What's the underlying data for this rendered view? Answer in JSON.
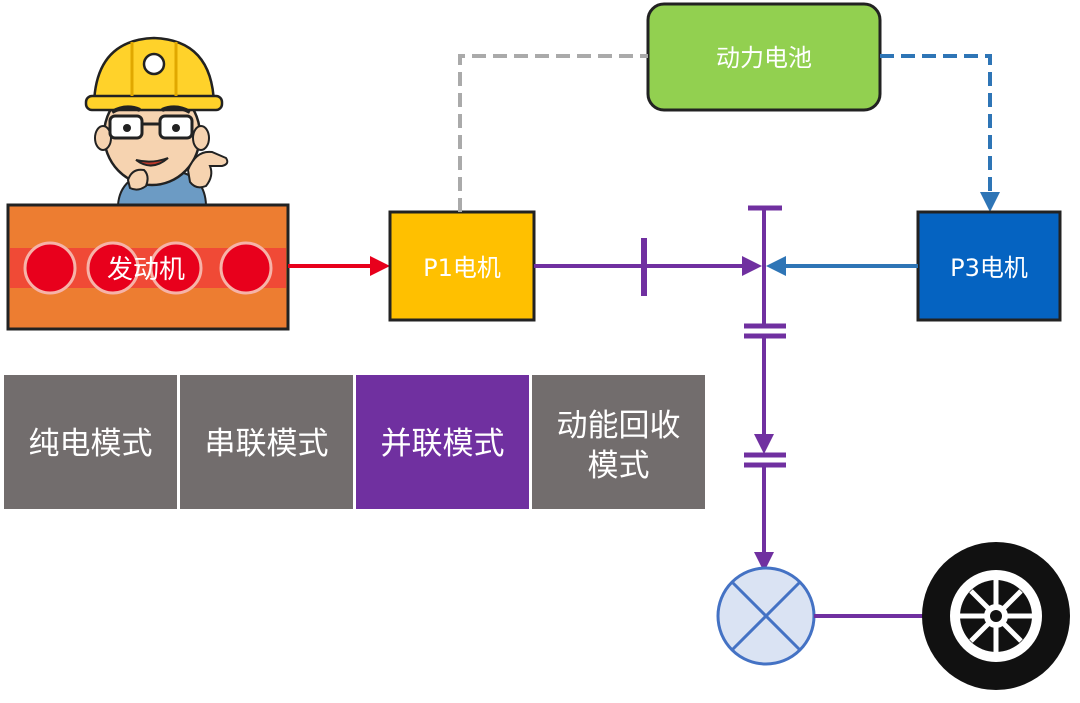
{
  "diagram": {
    "engine": {
      "label": "发动机"
    },
    "p1_motor": {
      "label": "P1电机"
    },
    "battery": {
      "label": "动力电池"
    },
    "p3_motor": {
      "label": "P3电机"
    }
  },
  "mode_tabs": [
    {
      "label": "纯电模式",
      "active": false
    },
    {
      "label": "串联模式",
      "active": false
    },
    {
      "label": "并联模式",
      "active": true
    },
    {
      "label": "动能回收模式",
      "line1": "动能回收",
      "line2": "模式",
      "active": false
    }
  ],
  "colors": {
    "engine": "#ED7D31",
    "engine_band": "#F04A36",
    "cylinder": "#E8001C",
    "p1_motor": "#FFC000",
    "battery": "#92D050",
    "p3_motor": "#0563C1",
    "power_flow": "#7030A0",
    "engine_flow": "#E8001C",
    "motor_flow": "#2E75B6",
    "dashed_inactive": "#AAAAAA",
    "tab_inactive": "#726D6D",
    "tab_active": "#7030A0",
    "differential": "#DAE3F3",
    "differential_stroke": "#4472C4"
  },
  "icons": [
    "engineer-mascot-icon",
    "differential-icon",
    "wheel-icon"
  ]
}
